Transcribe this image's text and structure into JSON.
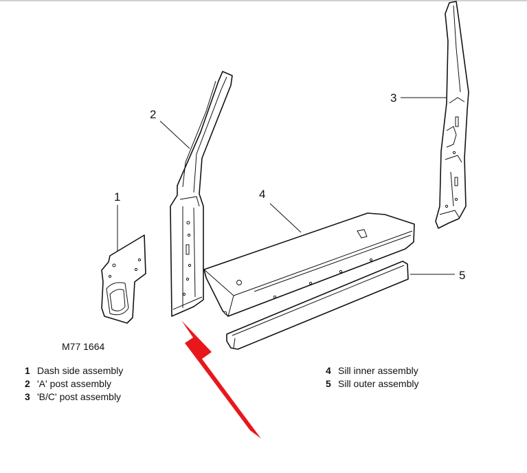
{
  "figure_ref": "M77 1664",
  "callouts": [
    "1",
    "2",
    "3",
    "4",
    "5"
  ],
  "legend_left": [
    {
      "num": "1",
      "label": "Dash side assembly"
    },
    {
      "num": "2",
      "label": "'A' post assembly"
    },
    {
      "num": "3",
      "label": "'B/C' post assembly"
    }
  ],
  "legend_right": [
    {
      "num": "4",
      "label": "Sill inner assembly"
    },
    {
      "num": "5",
      "label": "Sill outer assembly"
    }
  ],
  "arrow_color": "#e8171b",
  "line_color": "#111111"
}
